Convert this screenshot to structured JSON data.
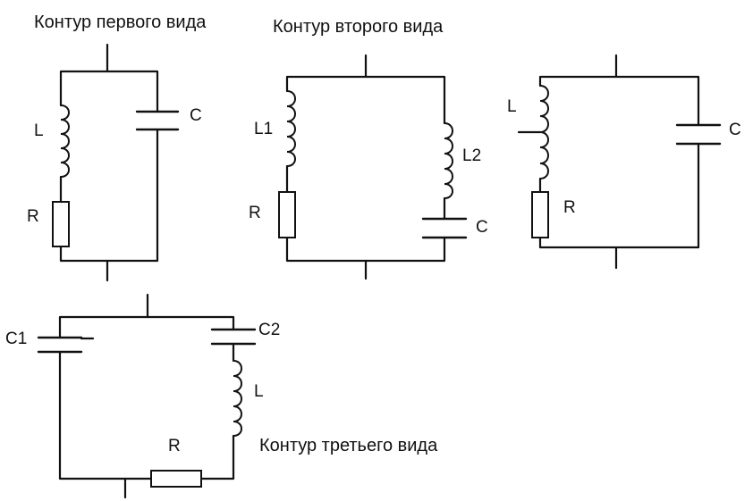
{
  "titles": {
    "first": "Контур первого вида",
    "second": "Контур второго вида",
    "third": "Контур третьего вида"
  },
  "labels": {
    "c1_L": "L",
    "c1_C": "C",
    "c1_R": "R",
    "c2_L1": "L1",
    "c2_L2": "L2",
    "c2_R": "R",
    "c2_C": "C",
    "c3_L": "L",
    "c3_C": "C",
    "c3_R": "R",
    "c4_C1": "C1",
    "c4_C2": "C2",
    "c4_L": "L",
    "c4_R": "R"
  }
}
